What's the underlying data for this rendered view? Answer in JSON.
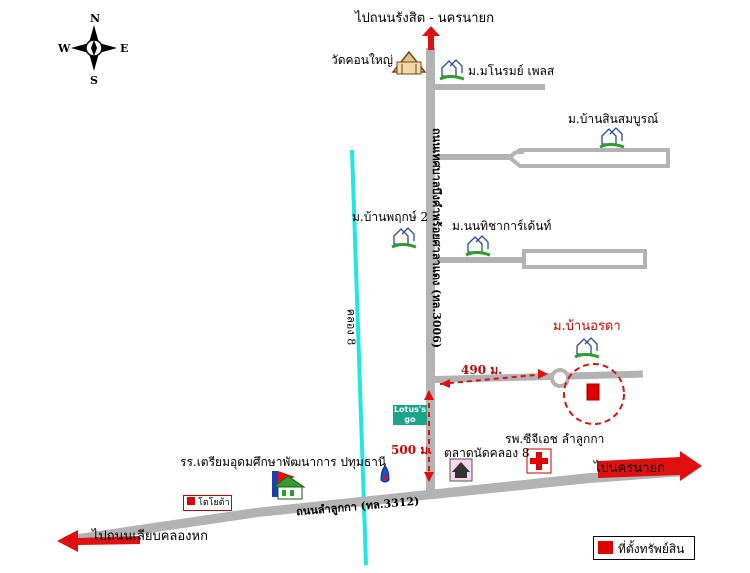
{
  "compass": {
    "north": "N",
    "south": "S",
    "east": "E",
    "west": "W"
  },
  "labels": {
    "to_top": "ไปถนนรังสิต - นครนายก",
    "temple": "วัดคอนใหญ่",
    "village_1": "ม.มโนรมย์ เพลส",
    "village_2": "ม.บ้านสินสมบูรณ์",
    "village_3": "ม.บ้านพฤกษ์ 2",
    "village_4": "ม.นนทิชาการ์เด้นท์",
    "target_village": "ม.บ้านอรดา",
    "distance_490": "490 ม.",
    "distance_500": "500 ม.",
    "canal": "คลอง 8",
    "vertical_road": "ถนนเทศบาลบึงคำพร้อยศาลาแดง (ทล.3006)",
    "hospital": "รพ.ซีจีเอช ลำลูกกา",
    "market": "ตลาดนัดคลอง 8",
    "school": "รร.เตรียมอุดมศึกษาพัฒนาการ ปทุมธานี",
    "main_road": "ถนนลำลูกกา (ทล.3312)",
    "to_right": "ไปนครนายก",
    "to_left": "ไปถนนเลียบคลองหก",
    "lotus": "Lotus's go fresh",
    "toyota": "โตโยต้า"
  },
  "legend": {
    "label": "ที่ตั้งทรัพย์สิน"
  },
  "colors": {
    "road": "#b3b3b3",
    "canal": "#22e6e6",
    "arrow": "#e01010",
    "property": "#e00000",
    "village_icon": "#2f9e2f"
  }
}
